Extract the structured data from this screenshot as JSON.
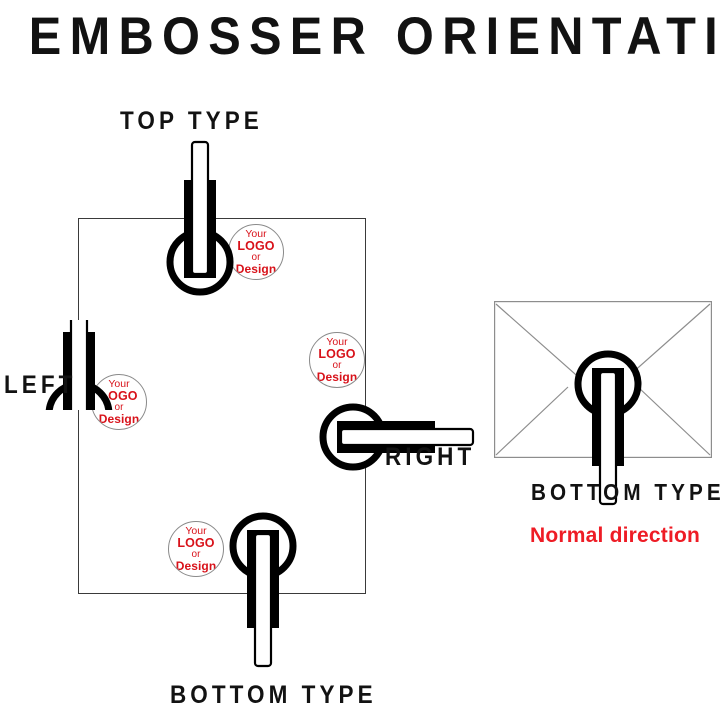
{
  "title": "EMBOSSER ORIENTATION",
  "labels": {
    "top": "TOP TYPE",
    "left": "LEFT",
    "right": "RIGHT",
    "bottom": "BOTTOM TYPE",
    "envelope_type": "BOTTOM TYPE",
    "envelope_note": "Normal direction"
  },
  "logo_badge": {
    "line1": "Your",
    "line2": "LOGO",
    "line3": "or",
    "line4": "Design"
  },
  "colors": {
    "ink": "#121212",
    "accent_red": "#ee1c25",
    "logo_red": "#d8121a",
    "card_border": "#3a3a3a",
    "envelope_line": "#8d8d8d"
  },
  "diagram": {
    "type": "orientation-diagram",
    "sheet_label": "square card",
    "envelope_label": "envelope",
    "orientations": [
      {
        "name": "top",
        "label": "TOP TYPE",
        "handle_direction": "up",
        "emboss_position": "top-center"
      },
      {
        "name": "left",
        "label": "LEFT",
        "handle_direction": "left",
        "emboss_position": "middle-left"
      },
      {
        "name": "right",
        "label": "RIGHT",
        "handle_direction": "right",
        "emboss_position": "middle-right"
      },
      {
        "name": "bottom",
        "label": "BOTTOM TYPE",
        "handle_direction": "down",
        "emboss_position": "bottom-center"
      }
    ]
  }
}
